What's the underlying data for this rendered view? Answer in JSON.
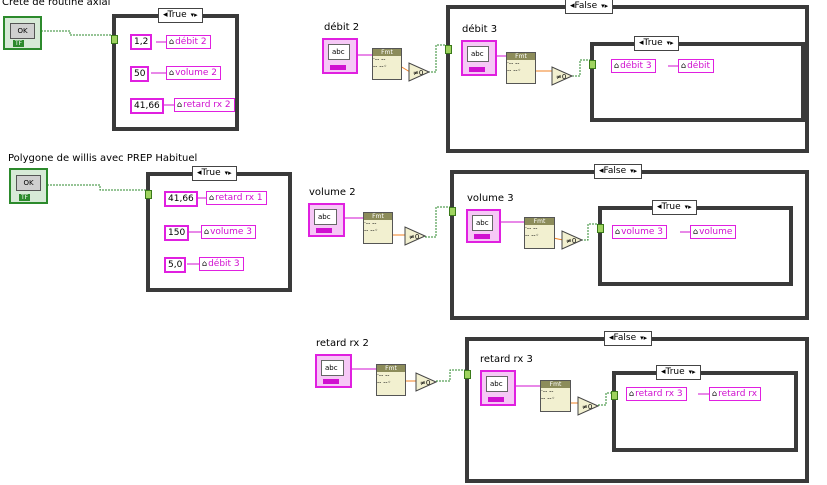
{
  "diagram": {
    "left_group": [
      {
        "control_label": "Crête de routine axial",
        "button_text": "OK",
        "tf_text": "TF",
        "selector": "True",
        "rows": [
          {
            "constant": "1,2",
            "local": "débit 2"
          },
          {
            "constant": "50",
            "local": "volume 2"
          },
          {
            "constant": "41,66",
            "local": "retard rx 2"
          }
        ]
      },
      {
        "control_label": "Polygone de willis avec PREP Habituel",
        "button_text": "OK",
        "tf_text": "TF",
        "selector": "True",
        "rows": [
          {
            "constant": "41,66",
            "local": "retard rx 1"
          },
          {
            "constant": "150",
            "local": "volume 3"
          },
          {
            "constant": "5,0",
            "local": "débit 3"
          }
        ]
      }
    ],
    "right_group": [
      {
        "control_label": "débit 2",
        "inner_label": "débit 3",
        "outer_selector": "False",
        "inner_selector": "True",
        "local_src": "débit 3",
        "local_dst": "débit"
      },
      {
        "control_label": "volume 2",
        "inner_label": "volume 3",
        "outer_selector": "False",
        "inner_selector": "True",
        "local_src": "volume 3",
        "local_dst": "volume"
      },
      {
        "control_label": "retard rx 2",
        "inner_label": "retard rx 3",
        "outer_selector": "False",
        "inner_selector": "True",
        "local_src": "retard rx 3",
        "local_dst": "retard rx"
      }
    ],
    "string_control_text": "abc",
    "node_text": "Fmt"
  }
}
